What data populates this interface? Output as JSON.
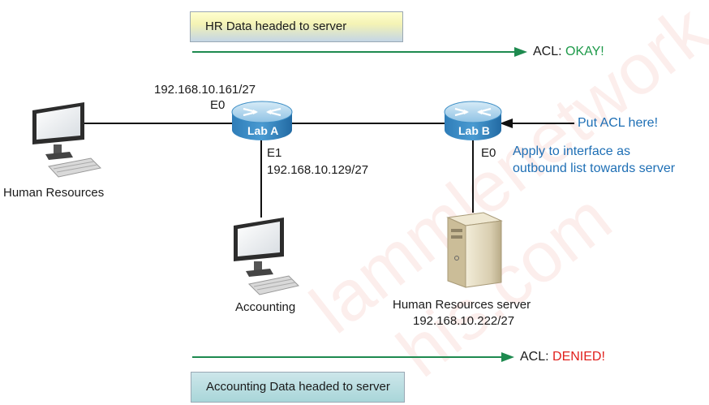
{
  "banners": {
    "top": "HR Data headed to server",
    "bottom": "Accounting Data headed to server"
  },
  "acl": {
    "top_prefix": "ACL: ",
    "top_status": "OKAY!",
    "bottom_prefix": "ACL: ",
    "bottom_status": "DENIED!"
  },
  "routers": {
    "lab_a": "Lab A",
    "lab_b": "Lab B"
  },
  "interfaces": {
    "lab_a_e0": "E0",
    "lab_a_e0_ip": "192.168.10.161/27",
    "lab_a_e1": "E1",
    "lab_a_e1_ip": "192.168.10.129/27",
    "lab_b_e0": "E0"
  },
  "hosts": {
    "hr": "Human Resources",
    "accounting": "Accounting",
    "server": "Human Resources server",
    "server_ip": "192.168.10.222/27"
  },
  "notes": {
    "put_acl": "Put ACL here!",
    "apply_line1": "Apply to interface as",
    "apply_line2": "outbound list towards server"
  },
  "watermark": [
    "lammlenetwork.",
    "his.com"
  ],
  "colors": {
    "flow_arrow": "#1e8a4f",
    "okay": "#1e9a4a",
    "denied": "#e0201c",
    "note_blue": "#1e6fb5",
    "router": "#3a8cc4"
  }
}
